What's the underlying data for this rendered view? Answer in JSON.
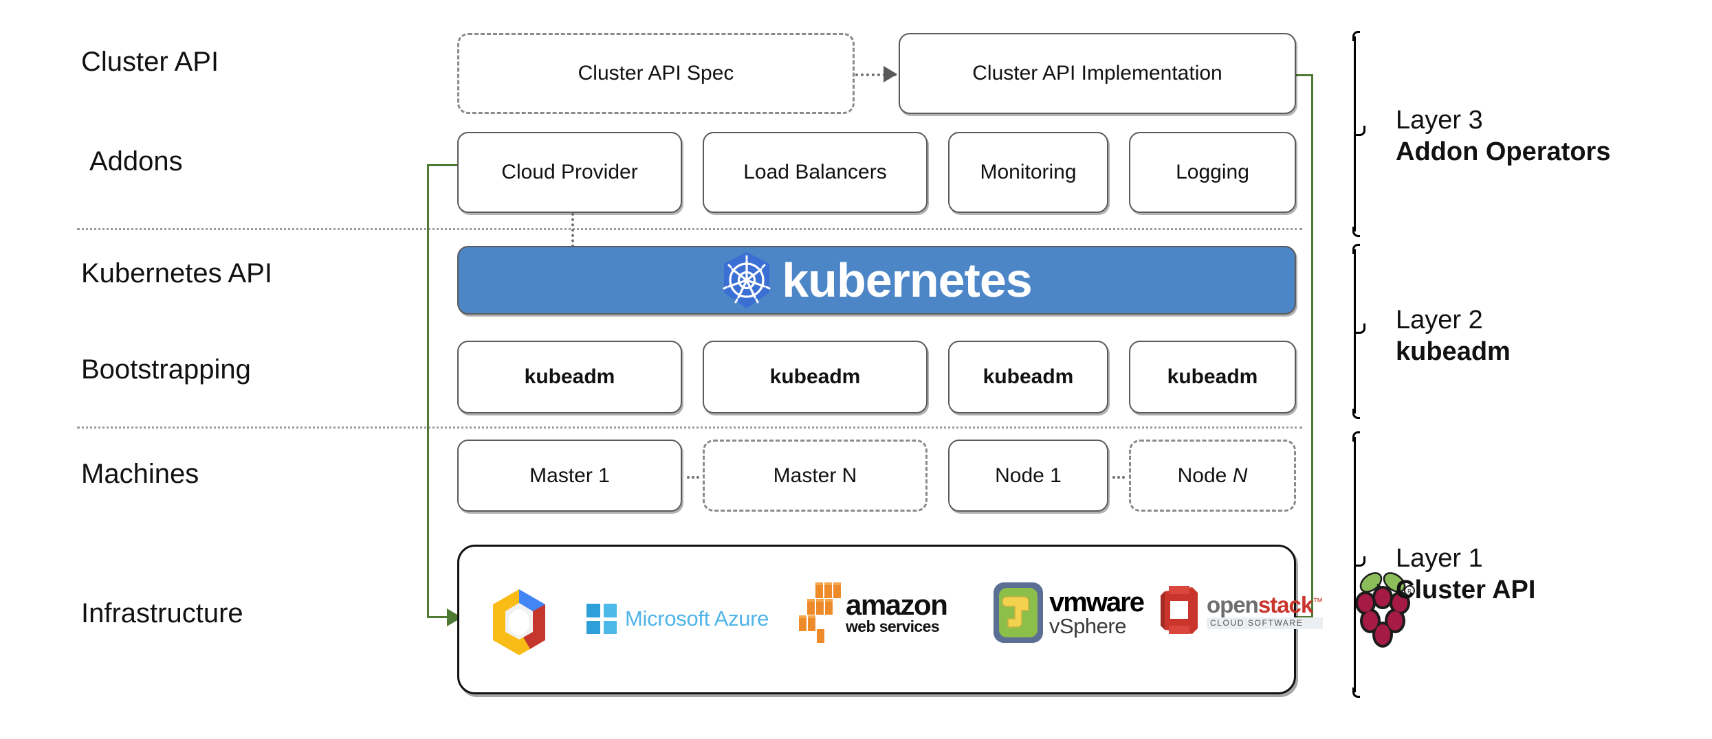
{
  "diagram": {
    "title": "Kubernetes Cluster API layered architecture",
    "accent_green": "#4f7a34",
    "kubernetes_blue": "#4d86c7"
  },
  "row_labels": [
    {
      "id": "cluster-api",
      "text": "Cluster API"
    },
    {
      "id": "addons",
      "text": "Addons"
    },
    {
      "id": "kubernetes-api",
      "text": "Kubernetes API"
    },
    {
      "id": "bootstrapping",
      "text": "Bootstrapping"
    },
    {
      "id": "machines",
      "text": "Machines"
    },
    {
      "id": "infrastructure",
      "text": "Infrastructure"
    }
  ],
  "cluster_api_row": {
    "spec": "Cluster API Spec",
    "implementation": "Cluster API Implementation"
  },
  "addons_row": [
    "Cloud Provider",
    "Load Balancers",
    "Monitoring",
    "Logging"
  ],
  "kubernetes_banner": {
    "wordmark": "kubernetes",
    "logo_icon": "kubernetes-helm-wheel-icon"
  },
  "bootstrapping_row": [
    "kubeadm",
    "kubeadm",
    "kubeadm",
    "kubeadm"
  ],
  "machines_row": [
    {
      "label": "Master 1",
      "style": "solid",
      "italic_suffix": ""
    },
    {
      "label": "Master N",
      "style": "dashed",
      "italic_suffix": ""
    },
    {
      "label": "Node 1",
      "style": "solid",
      "italic_suffix": ""
    },
    {
      "label": "Node ",
      "style": "dashed",
      "italic_suffix": "N"
    }
  ],
  "infrastructure_logos": [
    {
      "name": "google-cloud-platform-logo",
      "text": ""
    },
    {
      "name": "microsoft-azure-logo",
      "text": "Microsoft Azure"
    },
    {
      "name": "amazon-web-services-logo",
      "text": "amazon",
      "subtext": "web services"
    },
    {
      "name": "vmware-vsphere-logo",
      "text": "vmware",
      "subtext": "vSphere"
    },
    {
      "name": "openstack-logo",
      "text": "open",
      "text2": "stack",
      "subtext": "CLOUD SOFTWARE"
    },
    {
      "name": "raspberry-pi-logo",
      "text": ""
    }
  ],
  "layers": [
    {
      "id": "layer-3",
      "line1": "Layer 3",
      "line2": "Addon Operators"
    },
    {
      "id": "layer-2",
      "line1": "Layer 2",
      "line2": "kubeadm"
    },
    {
      "id": "layer-1",
      "line1": "Layer 1",
      "line2": "Cluster API"
    }
  ]
}
